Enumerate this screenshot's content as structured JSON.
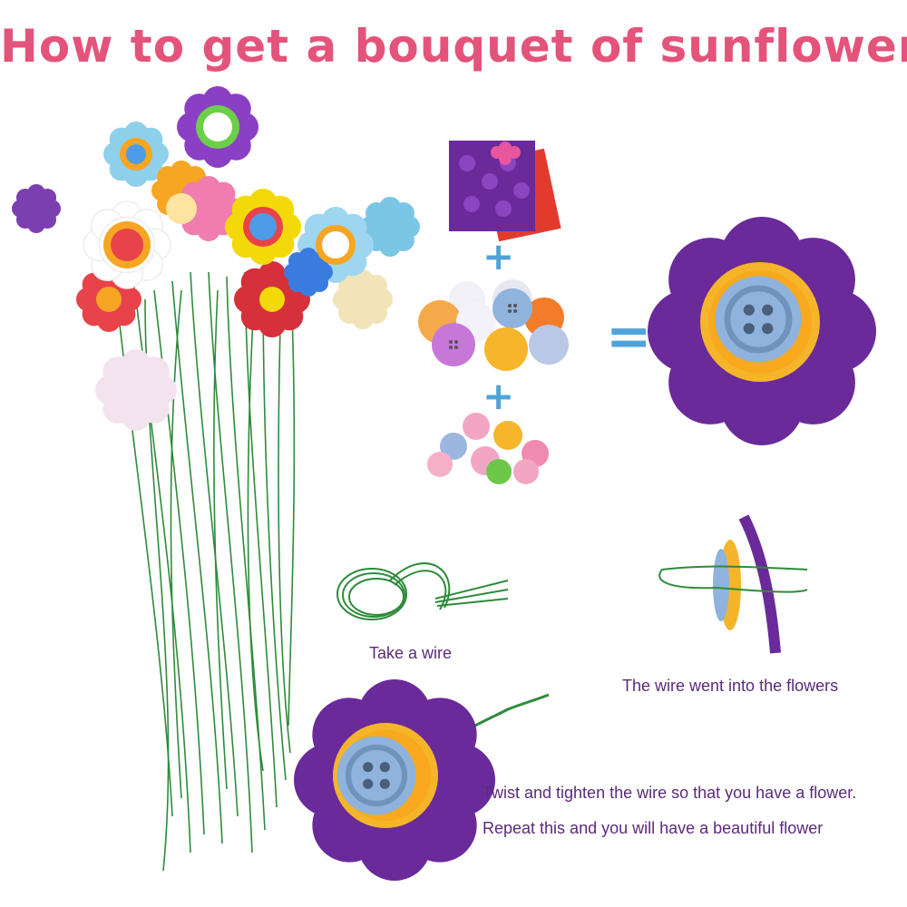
{
  "title": "How to get a bouquet of sunflowers",
  "operators": {
    "plus": "+",
    "equals": "="
  },
  "captions": {
    "take_wire": "Take a wire",
    "wire_into_flowers": "The wire went into the flowers",
    "twist": "Twist and tighten the wire so that you have a flower.",
    "repeat": "Repeat this and you will have a beautiful flower"
  },
  "colors": {
    "title_pink": "#e4537a",
    "caption_purple": "#5a2a7a",
    "operator_blue": "#4fa3d9",
    "felt_purple": "#6a2a9a",
    "wire_green": "#2e8b3a",
    "button_blue": "#8fb3dc",
    "ring_yellow": "#f5b52a"
  },
  "icons": [
    "bouquet-image",
    "felt-sheets-image",
    "buttons-pile-image",
    "small-buttons-image",
    "finished-flower-image",
    "wire-coil-image",
    "wire-through-flower-image",
    "twisted-flower-image"
  ]
}
